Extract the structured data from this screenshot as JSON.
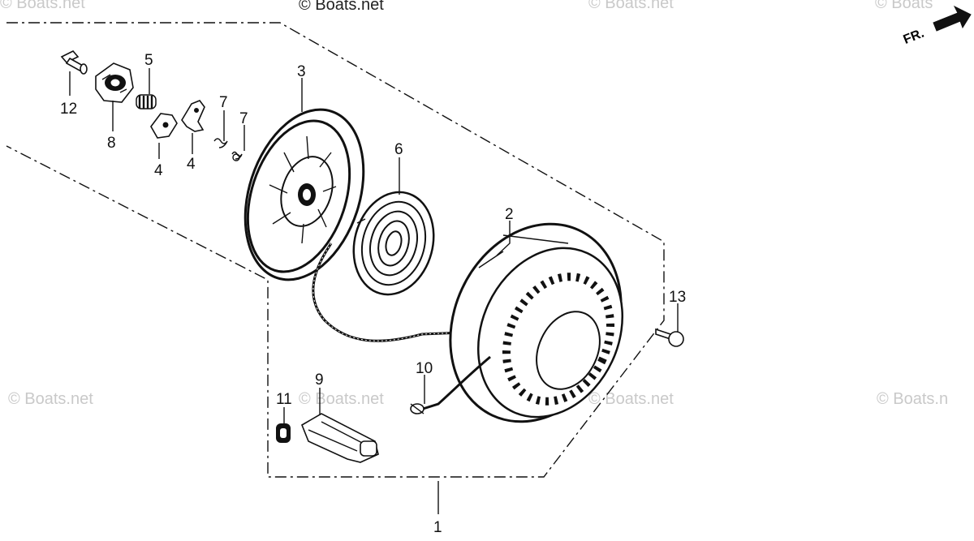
{
  "watermarks": {
    "top_center": "© Boats.net",
    "top_left": "© Boats.net",
    "top_mid": "© Boats.net",
    "top_right": "© Boats",
    "mid_left": "© Boats.net",
    "mid_center": "© Boats.net",
    "mid_right": "© Boats.net",
    "mid_far_right": "© Boats.n"
  },
  "direction_label": "FR.",
  "callouts": {
    "c1": "1",
    "c2": "2",
    "c3": "3",
    "c4a": "4",
    "c4b": "4",
    "c5": "5",
    "c6": "6",
    "c7a": "7",
    "c7b": "7",
    "c8": "8",
    "c9": "9",
    "c10": "10",
    "c11": "11",
    "c12": "12",
    "c13": "13"
  }
}
